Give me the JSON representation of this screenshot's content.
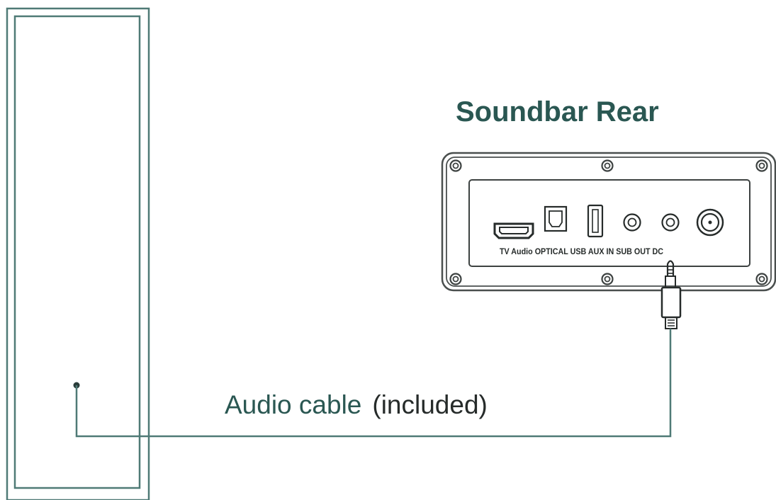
{
  "diagram": {
    "title": "Soundbar Rear",
    "port_labels": "TV Audio OPTICAL USB AUX IN SUB OUT DC",
    "cable_label": {
      "main": "Audio cable",
      "note": "(included)"
    }
  },
  "colors": {
    "accent": "#2a5752",
    "line": "#4f7a76",
    "text": "#262b2a"
  }
}
